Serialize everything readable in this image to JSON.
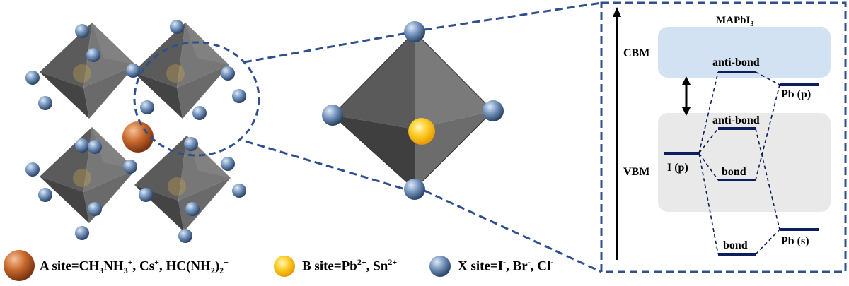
{
  "colors": {
    "octahedron_dark": "#4e4e4e",
    "octahedron_mid": "#6b6b6b",
    "octahedron_light": "#8a8a8a",
    "x_atom": "#6f8fb8",
    "a_atom": "#c86a2e",
    "b_atom": "#f5b800",
    "dashed_blue": "#2f4f8f",
    "level_line": "#0b1e5e",
    "cbm_band": "#cfe0f1",
    "vbm_band": "#e6e6e6"
  },
  "energy_diagram": {
    "material": "MAPbI3",
    "cbm_label": "CBM",
    "vbm_label": "VBM",
    "levels": {
      "anti_bond_top": "anti-bond",
      "anti_bond_mid": "anti-bond",
      "bond_mid": "bond",
      "bond_bottom": "bond",
      "i_p": "I (p)",
      "pb_p": "Pb (p)",
      "pb_s": "Pb (s)"
    }
  },
  "legend": {
    "a_site": {
      "prefix": "A site=CH",
      "sub1": "3",
      "mid1": "NH",
      "sub2": "3",
      "sup1": "+",
      "mid2": ", Cs",
      "sup2": "+",
      "mid3": ", HC(NH",
      "sub3": "2",
      "mid4": ")",
      "sub4": "2",
      "sup3": "+"
    },
    "b_site": {
      "prefix": "B site=Pb",
      "sup1": "2+",
      "mid1": ", Sn",
      "sup2": "2+"
    },
    "x_site": {
      "prefix": "X site=I",
      "sup1": "-",
      "mid1": ", Br",
      "sup2": "-",
      "mid2": ", Cl",
      "sup3": "-"
    }
  }
}
